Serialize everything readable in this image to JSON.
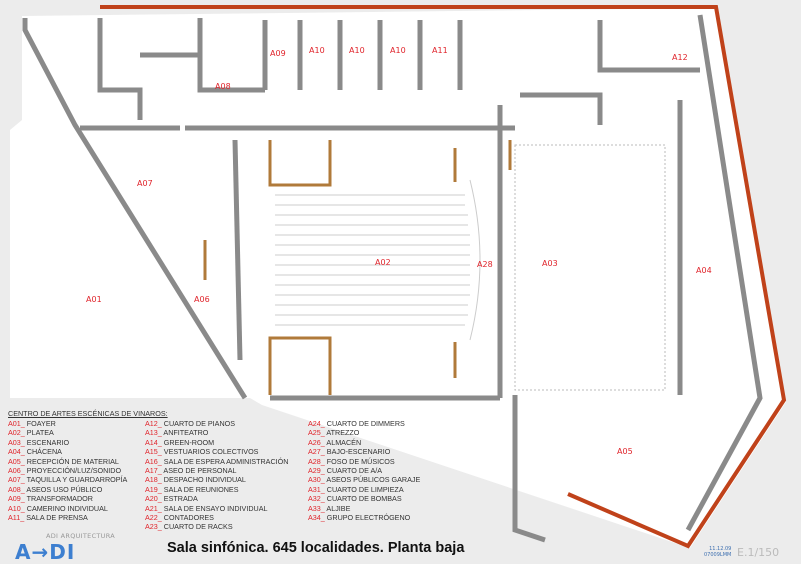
{
  "rooms": {
    "A01": "A01",
    "A02": "A02",
    "A03": "A03",
    "A04": "A04",
    "A05": "A05",
    "A06": "A06",
    "A07": "A07",
    "A08": "A08",
    "A09": "A09",
    "A10": "A10",
    "A11": "A11",
    "A12": "A12",
    "A28": "A28"
  },
  "legend": {
    "title": "CENTRO DE ARTES ESCÉNICAS DE VINAROS:",
    "items": [
      {
        "code": "A01_",
        "name": " FOAYER"
      },
      {
        "code": "A02_",
        "name": " PLATEA"
      },
      {
        "code": "A03_",
        "name": " ESCENARIO"
      },
      {
        "code": "A04_",
        "name": " CHÁCENA"
      },
      {
        "code": "A05_",
        "name": " RECEPCIÓN DE MATERIAL"
      },
      {
        "code": "A06_",
        "name": " PROYECCIÓN/LUZ/SONIDO"
      },
      {
        "code": "A07_",
        "name": " TAQUILLA Y GUARDARROPÍA"
      },
      {
        "code": "A08_",
        "name": " ASEOS USO PÚBLICO"
      },
      {
        "code": "A09_",
        "name": " TRANSFORMADOR"
      },
      {
        "code": "A10_",
        "name": " CAMERINO INDIVIDUAL"
      },
      {
        "code": "A11_",
        "name": " SALA DE PRENSA"
      },
      {
        "code": "A12_",
        "name": " CUARTO DE PIANOS"
      },
      {
        "code": "A13_",
        "name": " ANFITEATRO"
      },
      {
        "code": "A14_",
        "name": " GREEN-ROOM"
      },
      {
        "code": "A15_",
        "name": " VESTUARIOS COLECTIVOS"
      },
      {
        "code": "A16_",
        "name": " SALA DE ESPERA ADMINISTRACIÓN"
      },
      {
        "code": "A17_",
        "name": " ASEO DE PERSONAL"
      },
      {
        "code": "A18_",
        "name": " DESPACHO INDIVIDUAL"
      },
      {
        "code": "A19_",
        "name": " SALA DE REUNIONES"
      },
      {
        "code": "A20_",
        "name": " ESTRADA"
      },
      {
        "code": "A21_",
        "name": " SALA DE ENSAYO INDIVIDUAL"
      },
      {
        "code": "A22_",
        "name": " CONTADORES"
      },
      {
        "code": "A23_",
        "name": " CUARTO DE RACKS"
      },
      {
        "code": "A24_",
        "name": " CUARTO DE DIMMERS"
      },
      {
        "code": "A25_",
        "name": " ATREZZO"
      },
      {
        "code": "A26_",
        "name": " ALMACÉN"
      },
      {
        "code": "A27_",
        "name": " BAJO-ESCENARIO"
      },
      {
        "code": "A28_",
        "name": " FOSO DE MÚSICOS"
      },
      {
        "code": "A29_",
        "name": " CUARTO DE A/A"
      },
      {
        "code": "A30_",
        "name": " ASEOS PÚBLICOS GARAJE"
      },
      {
        "code": "A31_",
        "name": " CUARTO DE LIMPIEZA"
      },
      {
        "code": "A32_",
        "name": " CUARTO DE BOMBAS"
      },
      {
        "code": "A33_",
        "name": " ALJIBE"
      },
      {
        "code": "A34_",
        "name": " GRUPO ELECTRÓGENO"
      }
    ]
  },
  "brand": {
    "studio": "ADI ARQUITECTURA",
    "logo": "A→DI"
  },
  "caption": "Sala sinfónica. 645 localidades. Planta baja",
  "date": "11.12.09",
  "date2": "07009LMM",
  "scale": "E.1/150",
  "colors": {
    "wall": "#8a8a8a",
    "facade": "#c0421a",
    "label": "#e0242b",
    "wood": "#b07a3a"
  }
}
